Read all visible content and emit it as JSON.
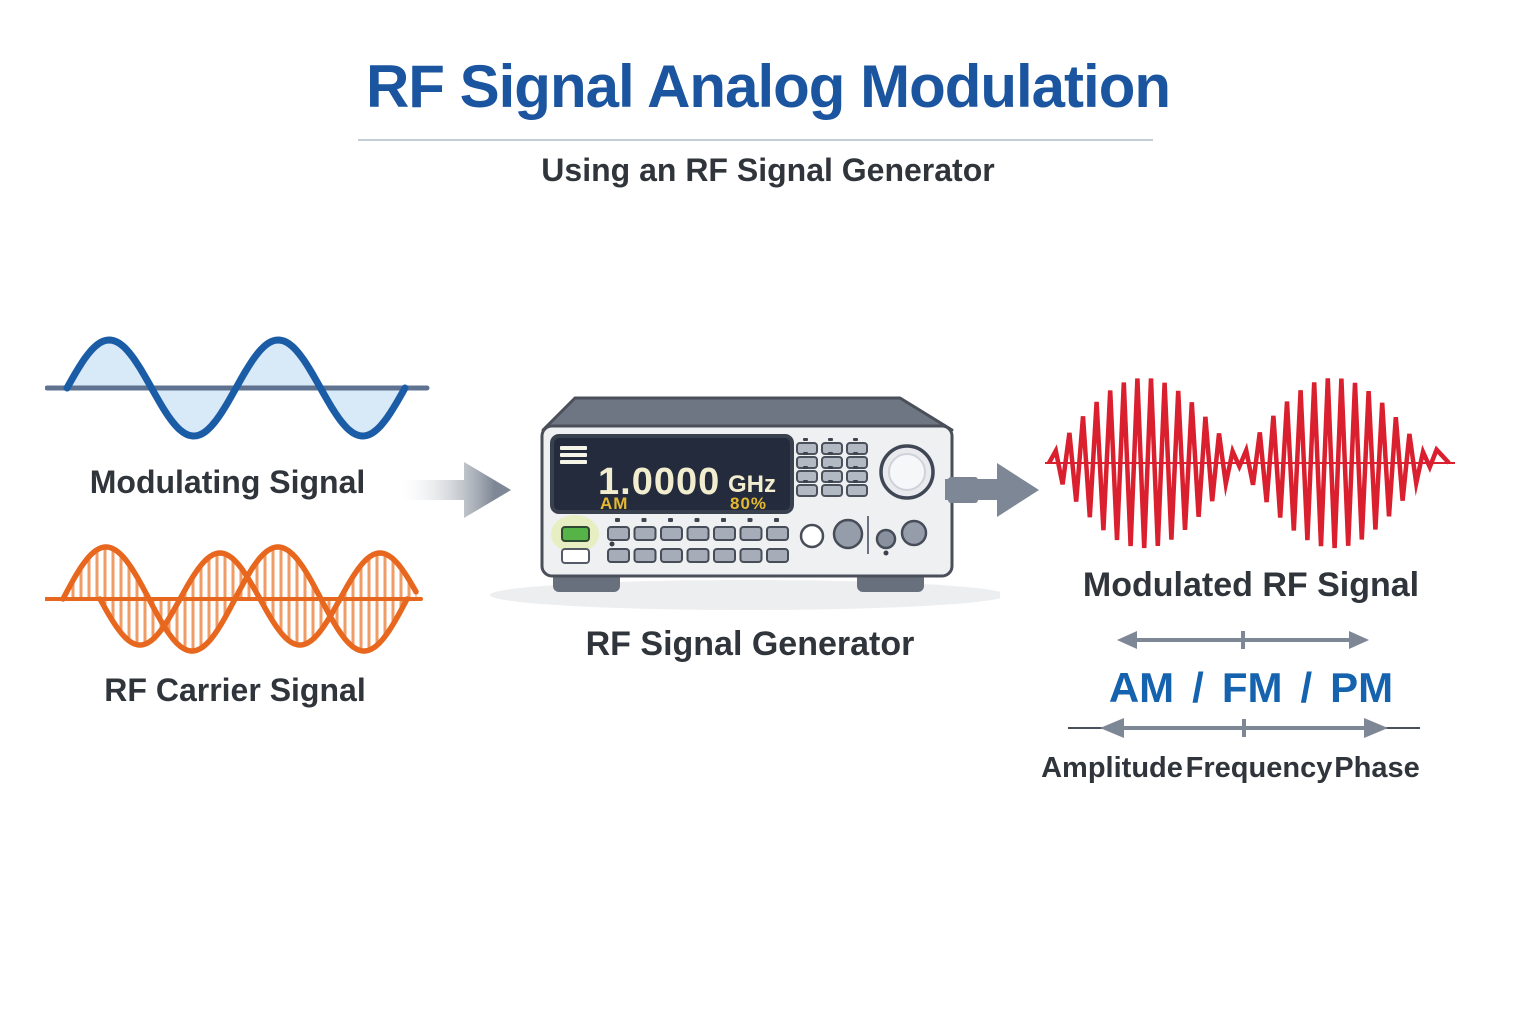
{
  "header": {
    "title": "RF Signal Analog Modulation",
    "subtitle": "Using an RF Signal Generator"
  },
  "left_panel": {
    "modulating_label": "Modulating Signal",
    "carrier_label": "RF Carrier Signal"
  },
  "device": {
    "label": "RF Signal Generator",
    "display": {
      "frequency": "1.0000",
      "unit": "GHz",
      "mode": "AM",
      "depth": "80%"
    }
  },
  "right_panel": {
    "modulated_label": "Modulated RF Signal",
    "modes": [
      "AM",
      "FM",
      "PM"
    ],
    "mode_separator": "/",
    "descriptors": [
      "Amplitude",
      "Frequency",
      "Phase"
    ]
  },
  "colors": {
    "title_blue": "#1b55a0",
    "text_dark": "#30353b",
    "divider": "#c3cdd8",
    "arrow_gray": "#7e8795",
    "modulating_stroke": "#1b5ca6",
    "modulating_fill": "#d8e9f7",
    "baseline_slate": "#5f7390",
    "carrier_orange": "#e8671f",
    "carrier_hatch": "#f09c66",
    "modulated_red": "#da1f2e",
    "modes_blue": "#1563ae",
    "display_bg": "#232b3d",
    "display_text": "#f2edcf",
    "display_accent": "#e5b92f"
  }
}
